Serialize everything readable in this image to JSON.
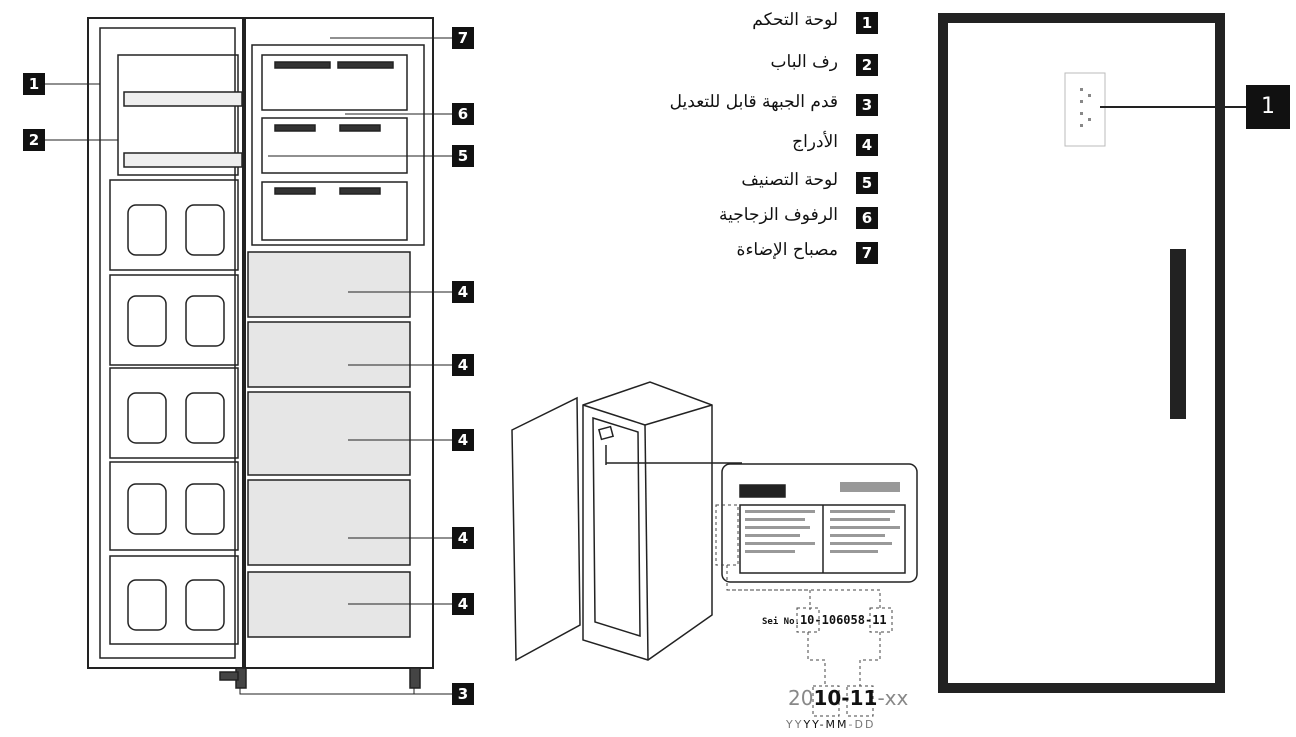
{
  "legend": [
    {
      "num": "1",
      "label": "لوحة التحكم"
    },
    {
      "num": "2",
      "label": "رف الباب"
    },
    {
      "num": "3",
      "label": "قدم الجبهة قابل للتعديل"
    },
    {
      "num": "4",
      "label": "الأدراج"
    },
    {
      "num": "5",
      "label": "لوحة التصنيف"
    },
    {
      "num": "6",
      "label": "الرفوف الزجاجية"
    },
    {
      "num": "7",
      "label": "مصباح الإضاءة"
    }
  ],
  "callouts": {
    "c1": "1",
    "c2": "2",
    "c3": "3",
    "c4": "4",
    "c5": "5",
    "c6": "6",
    "c7": "7"
  },
  "front_view": {
    "callout": "1"
  },
  "label_plate": {
    "serial_prefix": "Sei No.",
    "serial_a": "10",
    "serial_mid": "-106058-",
    "serial_b": "11",
    "date_prefix": "20",
    "date_year": "10",
    "date_sep1": "-",
    "date_month": "11",
    "date_sep2": "-",
    "date_day": "xx",
    "fmt_a": "YY",
    "fmt_b": "YY-MM",
    "fmt_c": "-DD"
  }
}
